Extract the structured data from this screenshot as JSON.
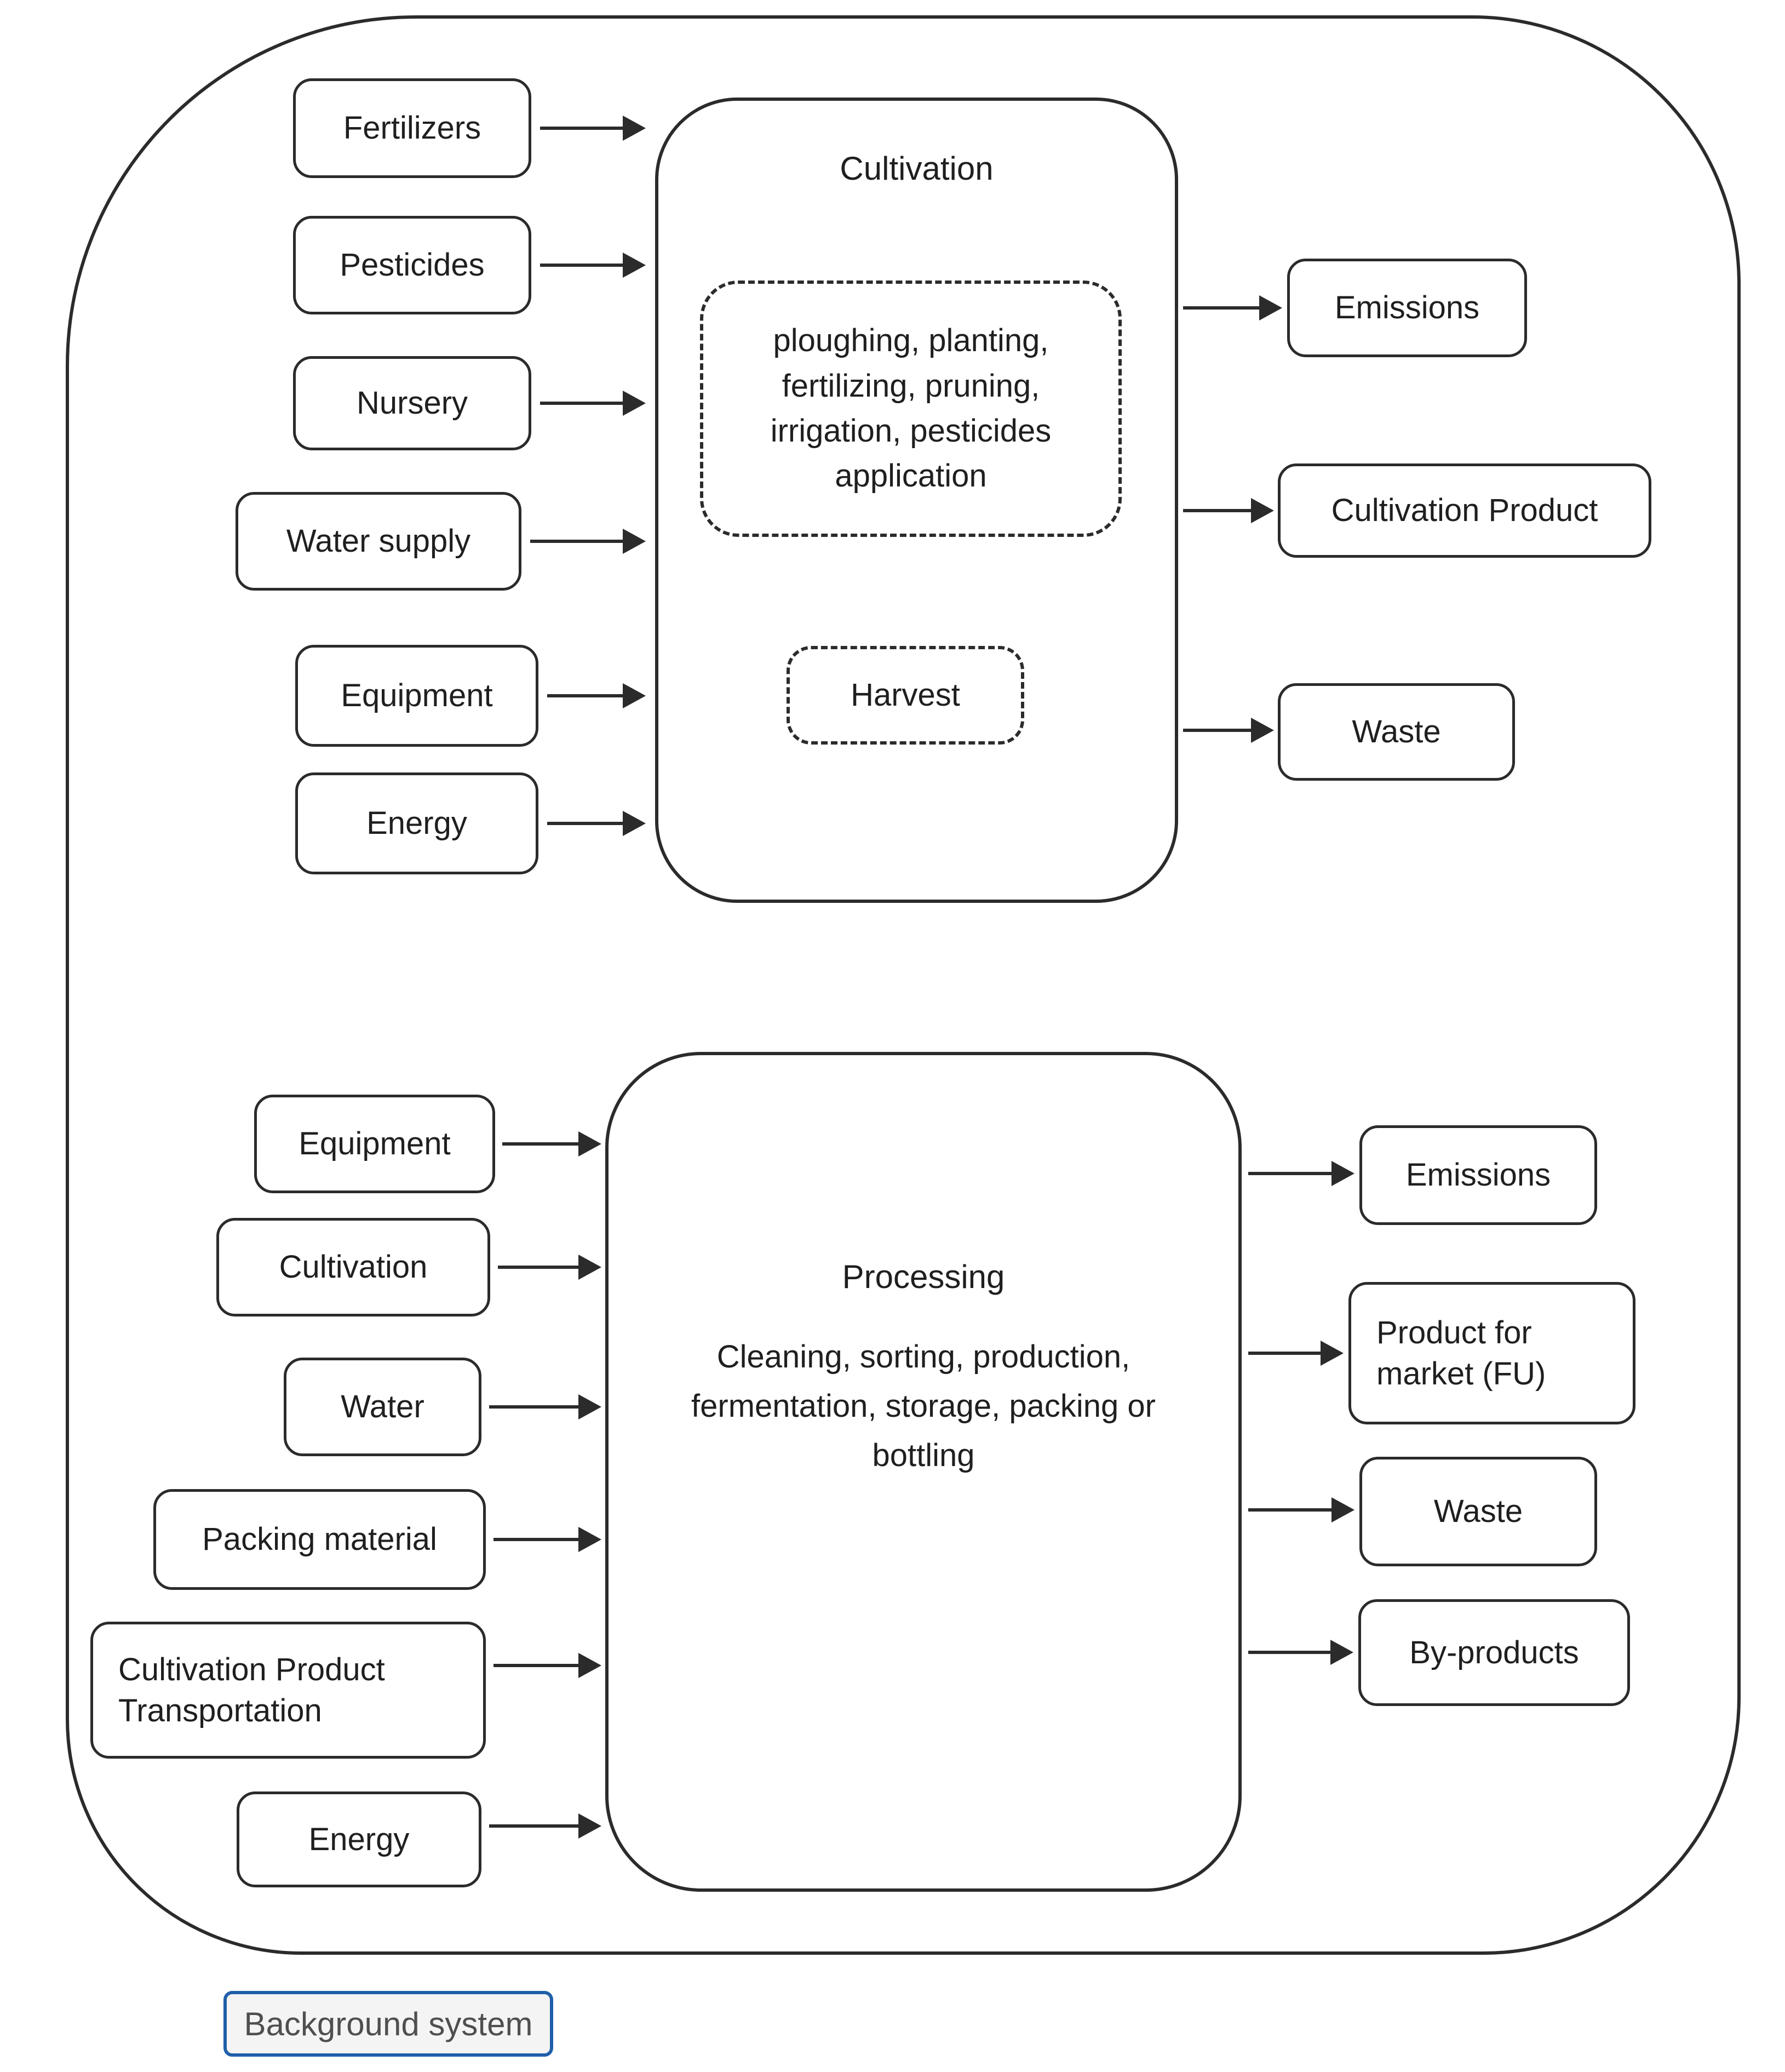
{
  "cultivation": {
    "title": "Cultivation",
    "inputs": [
      "Fertilizers",
      "Pesticides",
      "Nursery",
      "Water supply",
      "Equipment",
      "Energy"
    ],
    "activities": "ploughing, planting, fertilizing, pruning, irrigation, pesticides application",
    "harvest_label": "Harvest",
    "outputs": [
      "Emissions",
      "Cultivation Product",
      "Waste"
    ]
  },
  "processing": {
    "title": "Processing",
    "activities": "Cleaning, sorting, production, fermentation, storage, packing or bottling",
    "inputs": [
      "Equipment",
      "Cultivation",
      "Water",
      "Packing material",
      "Cultivation Product Transportation",
      "Energy"
    ],
    "outputs": [
      "Emissions",
      "Product for market (FU)",
      "Waste",
      "By-products"
    ]
  },
  "legend": {
    "background_system": "Background system"
  },
  "colors": {
    "line": "#2b2b2b",
    "text": "#1f1f1f",
    "legend_border": "#1f5fa9",
    "legend_bg": "#f4f4f4",
    "legend_text": "#4f4f4f"
  }
}
